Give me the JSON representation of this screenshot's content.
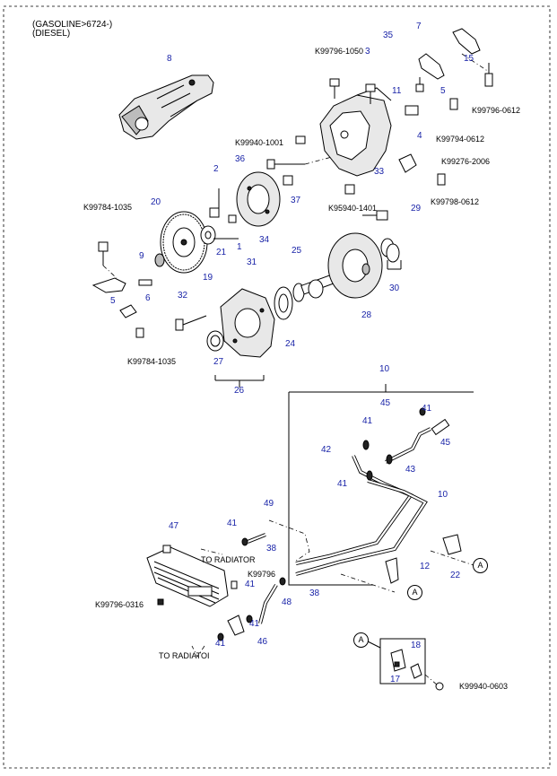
{
  "header": {
    "line1": "(GASOLINE>6724-)",
    "line2": "(DIESEL)"
  },
  "part_codes": {
    "k99796_1050": "K99796-1050",
    "k99940_1001": "K99940-1001",
    "k99794_0612": "K99794-0612",
    "k99276_2006": "K99276-2006",
    "k99796_0612_top": "K99796-0612",
    "k99798_0612": "K99798-0612",
    "k95940_1401": "K95940-1401",
    "k99784_1035": "K99784-1035",
    "k99784_1035_b": "K99784-1035",
    "k99796": "K99796",
    "k99796_0316": "K99796-0316",
    "k99940_0603": "K99940-0603"
  },
  "notes": {
    "to_radiator_1": "TO RADIATOR",
    "to_radiator_2": "TO RADIATOI"
  },
  "ref_marks": {
    "a1": "A",
    "a2": "A",
    "a3": "A"
  },
  "callouts": {
    "n35": "35",
    "n7": "7",
    "n15": "15",
    "n8": "8",
    "n3": "3",
    "n11": "11",
    "n5_top": "5",
    "n4": "4",
    "n36": "36",
    "n33": "33",
    "n2": "2",
    "n37": "37",
    "n29": "29",
    "n20": "20",
    "n34": "34",
    "n1": "1",
    "n21": "21",
    "n9": "9",
    "n19": "19",
    "n25": "25",
    "n31": "31",
    "n6": "6",
    "n5": "5",
    "n32": "32",
    "n30": "30",
    "n28": "28",
    "n24": "24",
    "n27": "27",
    "n26": "26",
    "n10": "10",
    "n45": "45",
    "n41a": "41",
    "n41b": "41",
    "n42": "42",
    "n46_top": "45",
    "n41c": "41",
    "n43": "43",
    "n10b": "10",
    "n49": "49",
    "n41d": "41",
    "n38a": "38",
    "n12": "12",
    "n22": "22",
    "n47": "47",
    "n41e": "41",
    "n48": "48",
    "n38b": "38",
    "n41f": "41",
    "n41g": "41",
    "n46": "46",
    "n18": "18",
    "n17": "17"
  }
}
